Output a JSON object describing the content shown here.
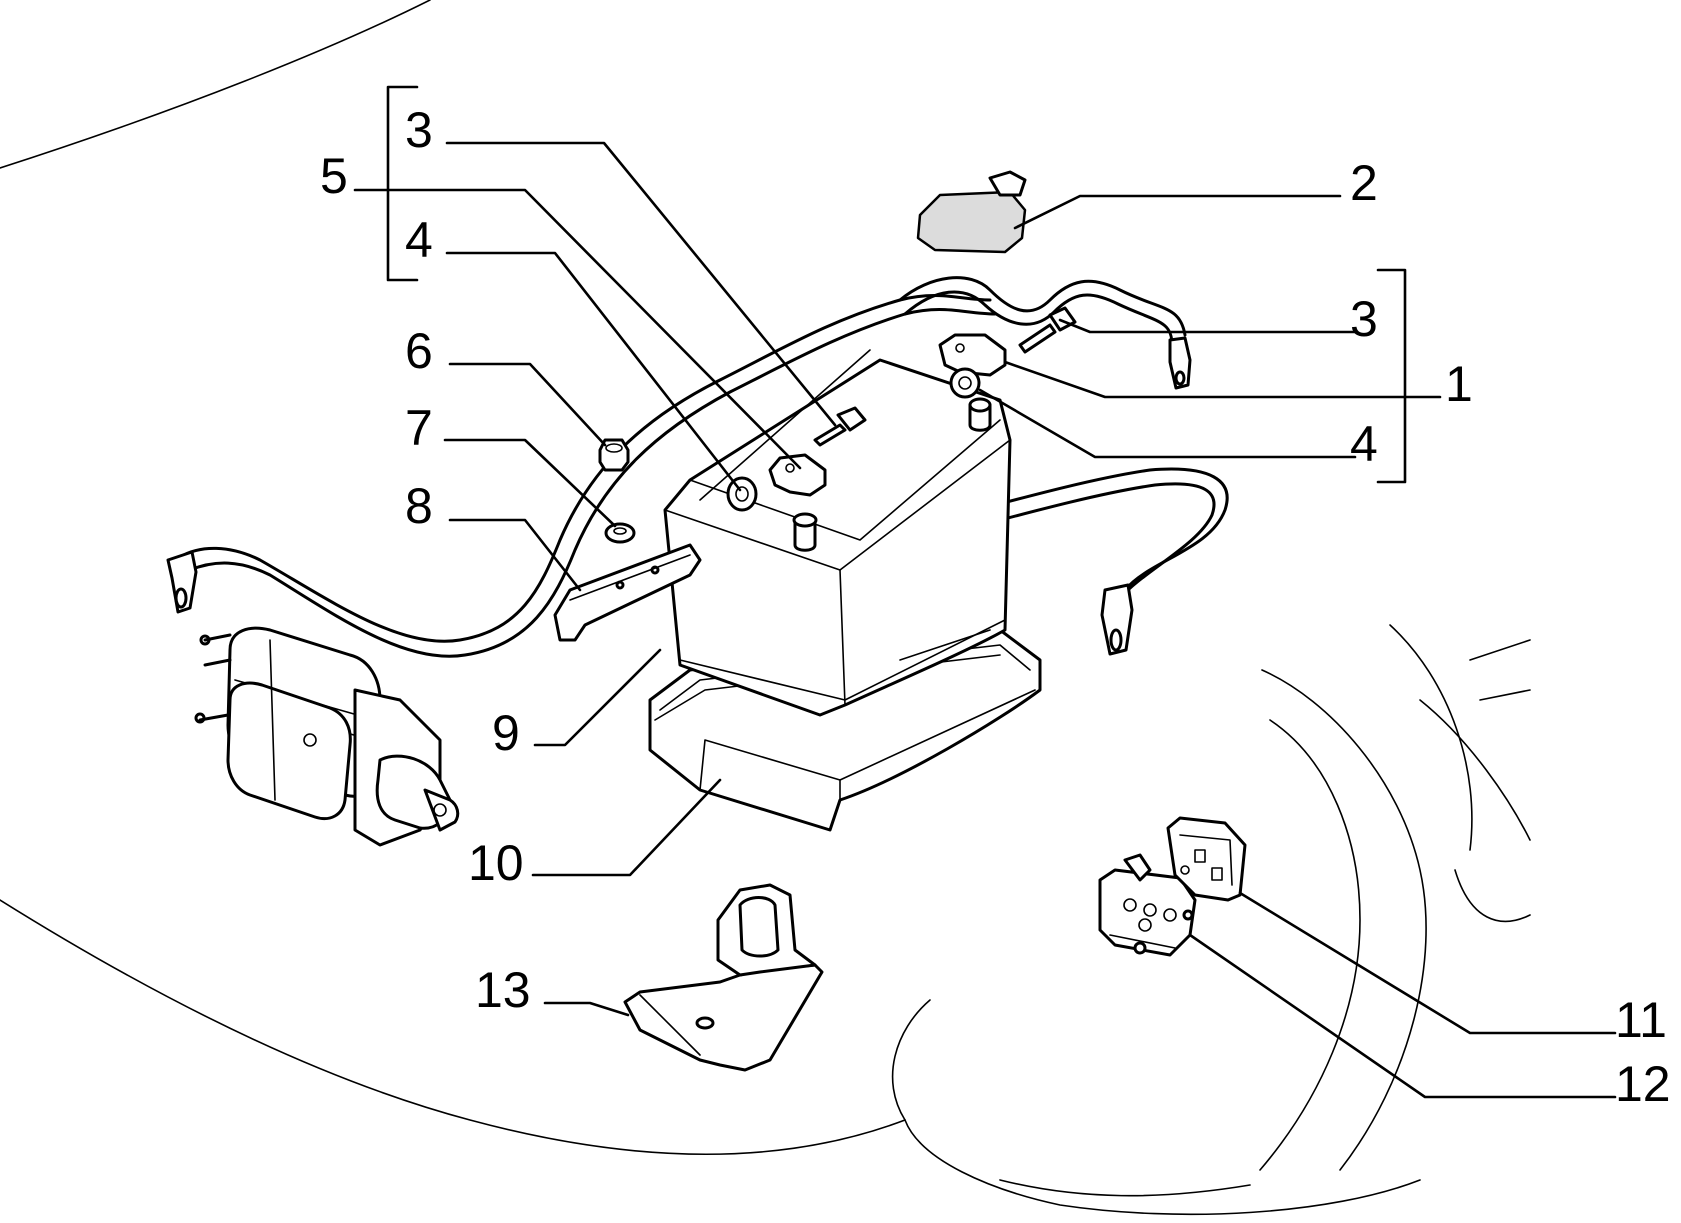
{
  "callouts": [
    {
      "id": "c3a",
      "label": "3"
    },
    {
      "id": "c5",
      "label": "5"
    },
    {
      "id": "c4a",
      "label": "4"
    },
    {
      "id": "c6",
      "label": "6"
    },
    {
      "id": "c7",
      "label": "7"
    },
    {
      "id": "c8",
      "label": "8"
    },
    {
      "id": "c9",
      "label": "9"
    },
    {
      "id": "c10",
      "label": "10"
    },
    {
      "id": "c13",
      "label": "13"
    },
    {
      "id": "c2",
      "label": "2"
    },
    {
      "id": "c3b",
      "label": "3"
    },
    {
      "id": "c1",
      "label": "1"
    },
    {
      "id": "c4b",
      "label": "4"
    },
    {
      "id": "c11",
      "label": "11"
    },
    {
      "id": "c12",
      "label": "12"
    }
  ]
}
